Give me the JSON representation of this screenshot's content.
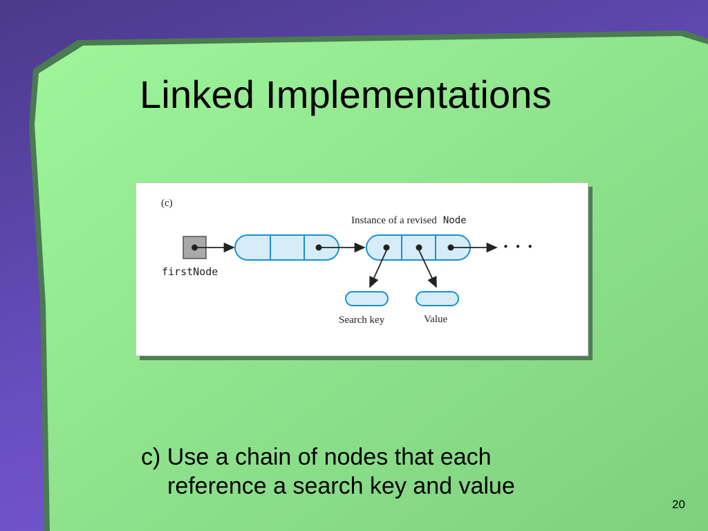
{
  "slide": {
    "title": "Linked Implementations",
    "caption_line1": "c) Use a chain of nodes that each",
    "caption_line2": "reference a search key and value",
    "page_number": "20"
  },
  "figure": {
    "panel_label": "(c)",
    "instance_label_prefix": "Instance of a revised",
    "instance_label_code": "Node",
    "head_label": "firstNode",
    "search_key_label": "Search key",
    "value_label": "Value",
    "ellipsis": "• • •"
  },
  "colors": {
    "slide_green": "#8ee68e",
    "frame_purple": "#5a45a8",
    "node_fill": "#d6ecf9",
    "node_stroke": "#1a8fd1",
    "head_box_fill": "#a9a9a9"
  }
}
